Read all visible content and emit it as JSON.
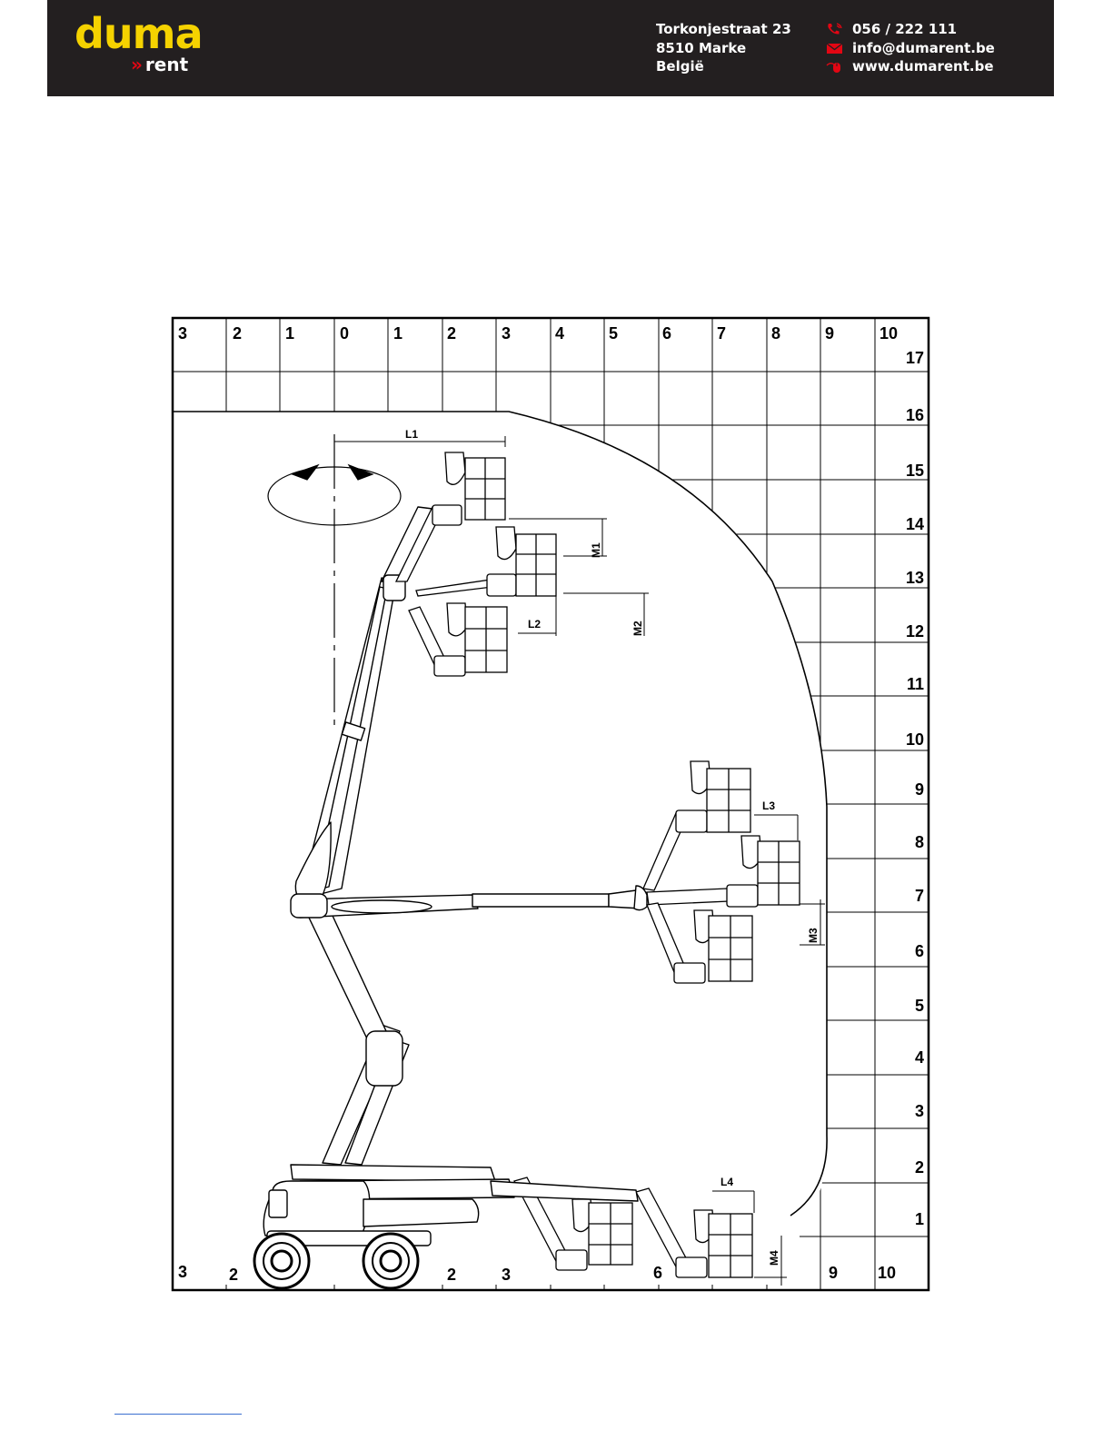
{
  "header": {
    "logo": {
      "brand": "duma",
      "sub": "rent",
      "chevron": "»"
    },
    "address": [
      "Torkonjestraat 23",
      "8510 Marke",
      "België"
    ],
    "phone": "056 / 222 111",
    "email": "info@dumarent.be",
    "website": "www.dumarent.be",
    "icons": [
      "phone-icon",
      "mail-icon",
      "mouse-icon"
    ],
    "colors": {
      "background": "#231f20",
      "brand_yellow": "#f5d200",
      "accent_red": "#e30613"
    }
  },
  "diagram": {
    "top_labels": [
      "3",
      "2",
      "1",
      "0",
      "1",
      "2",
      "3",
      "4",
      "5",
      "6",
      "7",
      "8",
      "9",
      "10"
    ],
    "bottom_labels": [
      "3",
      "2",
      "2",
      "3",
      "6",
      "9",
      "10"
    ],
    "height_labels": [
      "17",
      "16",
      "15",
      "14",
      "13",
      "12",
      "11",
      "10",
      "9",
      "8",
      "7",
      "6",
      "5",
      "4",
      "3",
      "2",
      "1"
    ],
    "dimensions": [
      "L1",
      "M1",
      "L2",
      "M2",
      "L3",
      "M3",
      "L4",
      "M4"
    ]
  }
}
